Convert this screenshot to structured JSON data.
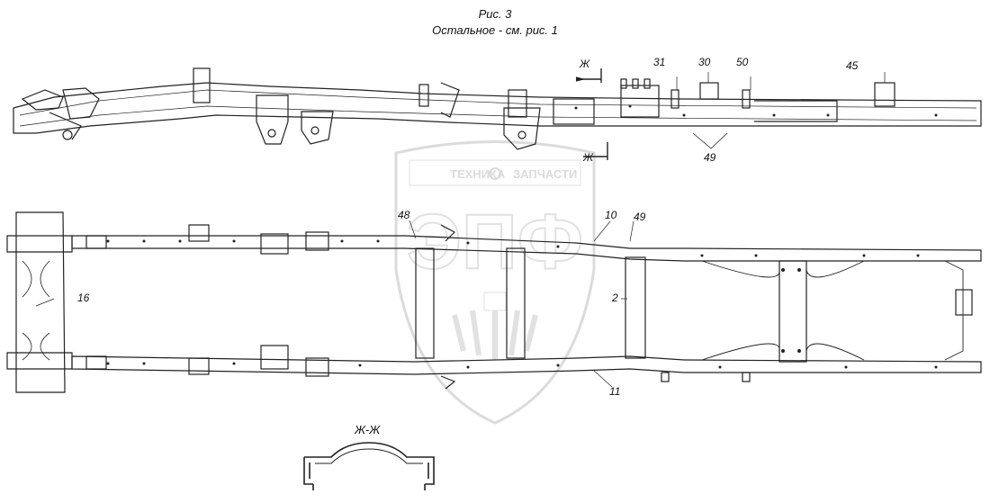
{
  "caption": {
    "figure": "Рис. 3",
    "note": "Остальное - см. рис. 1"
  },
  "section_label": "Ж-Ж",
  "section_marker": "Ж",
  "labels": {
    "l31": "31",
    "l30": "30",
    "l50": "50",
    "l45": "45",
    "l49_side": "49",
    "l48": "48",
    "l10": "10",
    "l49_top": "49",
    "l16": "16",
    "l2": "2",
    "l11": "11"
  },
  "watermark": {
    "text_top": "ТЕХНИКА",
    "text_top2": "ЗАПЧАСТИ",
    "big_text": "ЭПФ"
  }
}
